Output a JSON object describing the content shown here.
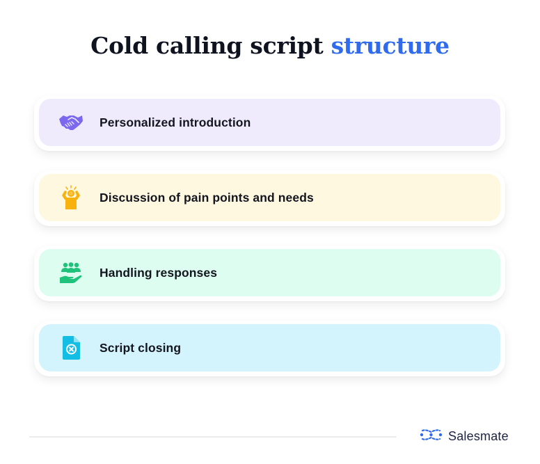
{
  "title": {
    "prefix": "Cold calling script ",
    "accent": "structure",
    "accent_color": "#2f6bec"
  },
  "steps": [
    {
      "label": "Personalized introduction",
      "icon": "handshake-icon",
      "bg": "#efebfd",
      "icon_color": "#7b68ee"
    },
    {
      "label": "Discussion of pain points and needs",
      "icon": "stressed-person-icon",
      "bg": "#fff8e0",
      "icon_color": "#f8b20f"
    },
    {
      "label": "Handling responses",
      "icon": "people-hand-icon",
      "bg": "#dcfdef",
      "icon_color": "#1fc27a"
    },
    {
      "label": "Script closing",
      "icon": "document-close-icon",
      "bg": "#d4f4fd",
      "icon_color": "#14bde3"
    }
  ],
  "footer": {
    "brand_name": "Salesmate",
    "brand_color": "#2f6bec"
  }
}
